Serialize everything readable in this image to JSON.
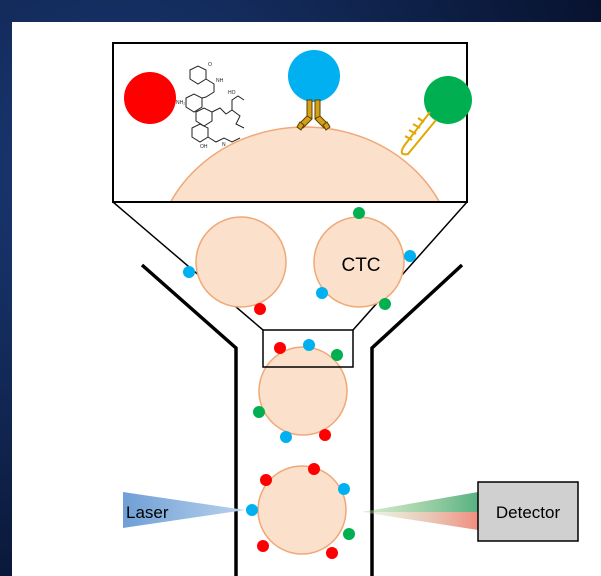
{
  "labels": {
    "ctc": "CTC",
    "laser": "Laser",
    "detector": "Detector"
  },
  "colors": {
    "cell_fill": "#fbe0cc",
    "cell_stroke": "#f0a877",
    "red_marker": "#ff0000",
    "blue_marker": "#00b0f0",
    "green_marker": "#00b050",
    "antibody": "#d4a017",
    "laser_beam": "#7fa9d6",
    "detector_box": "#d0d0d0",
    "background": "#0b1b3d"
  },
  "inset_icons": [
    "small-molecule-ligand-icon",
    "antibody-icon",
    "aptamer-icon"
  ]
}
